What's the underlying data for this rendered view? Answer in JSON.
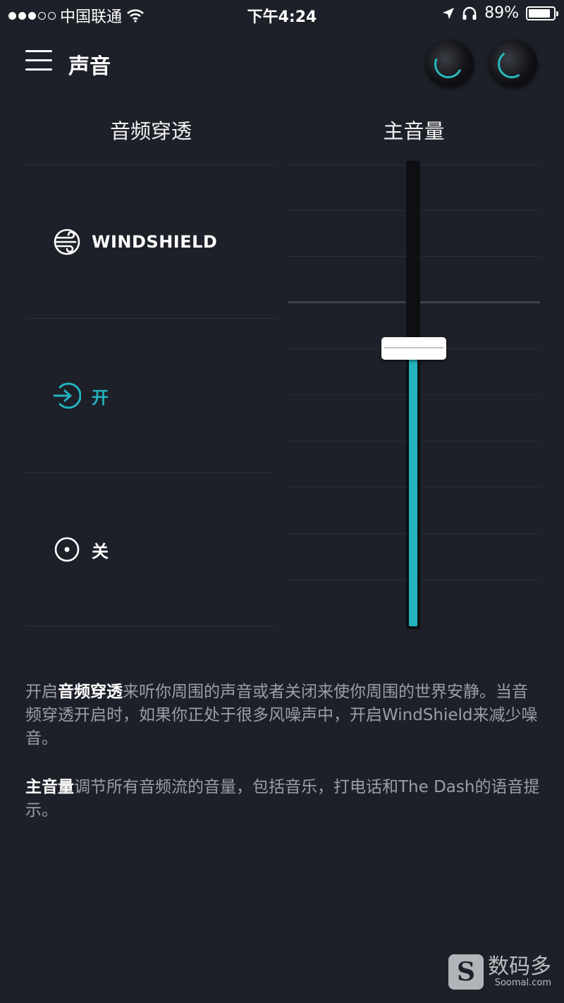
{
  "status_bar": {
    "carrier": "中国联通",
    "time": "下午4:24",
    "battery": "89%",
    "battery_level": 0.89
  },
  "header": {
    "title": "声音"
  },
  "columns": {
    "transparency_title": "音频穿透",
    "volume_title": "主音量"
  },
  "transparency_options": [
    {
      "label": "WINDSHIELD",
      "icon": "wind-icon",
      "selected": false
    },
    {
      "label": "开",
      "icon": "transparency-on-icon",
      "selected": true
    },
    {
      "label": "关",
      "icon": "radio-off-icon",
      "selected": false
    }
  ],
  "volume": {
    "level": 0.6
  },
  "description": {
    "para1_bold": "音频穿透",
    "para1_prefix": "开启",
    "para1_rest": "来听你周围的声音或者关闭来使你周围的世界安静。当音频穿透开启时，如果你正处于很多风噪声中，开启WindShield来减少噪音。",
    "para2_bold": "主音量",
    "para2_rest": "调节所有音频流的音量，包括音乐，打电话和The Dash的语音提示。"
  },
  "watermark": {
    "logo": "S",
    "name": "数码多",
    "url": "Soomal.com"
  },
  "colors": {
    "background": "#1d2028",
    "accent": "#22b3bd",
    "muted_text": "#9a9ea6"
  }
}
